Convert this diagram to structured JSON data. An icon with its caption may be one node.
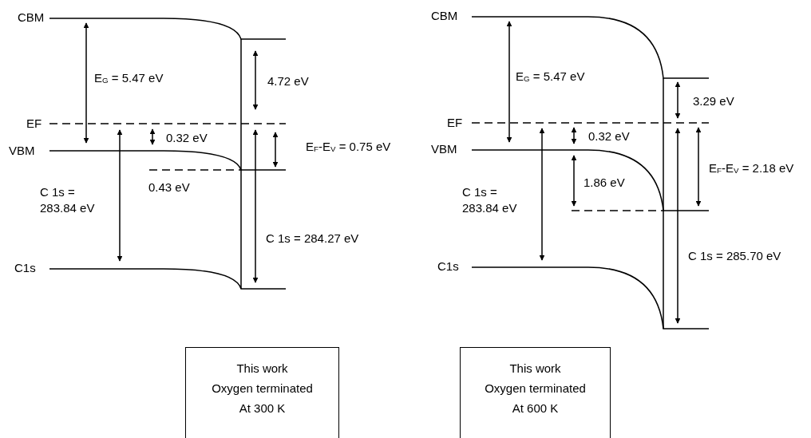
{
  "diagram": {
    "nodes": [
      {
        "text": [
          "This work",
          "Oxygen terminated",
          "At 300 K"
        ]
      },
      {
        "text": [
          "This work",
          "Oxygen terminated",
          "At 600 K"
        ]
      }
    ],
    "labels": [
      "CBM",
      "E$_{G}$ = 5.47 eV",
      "4.72 eV",
      "EF",
      "0.32 eV",
      "VBM",
      "E$_{F}$-E$_{V}$ = 0.75 eV",
      "0.43 eV",
      "C 1s = 283.84 eV",
      "C 1s = 284.27 eV",
      "C1s",
      "CBM",
      "E$_{G}$ = 5.47 eV",
      "3.29 eV",
      "EF",
      "0.32 eV",
      "VBM",
      "1.86 eV",
      "E$_{F}$-E$_{V}$ = 2.18 eV",
      "C 1s = 283.84 eV",
      "C 1s = 285.70 eV",
      "C1s"
    ]
  }
}
